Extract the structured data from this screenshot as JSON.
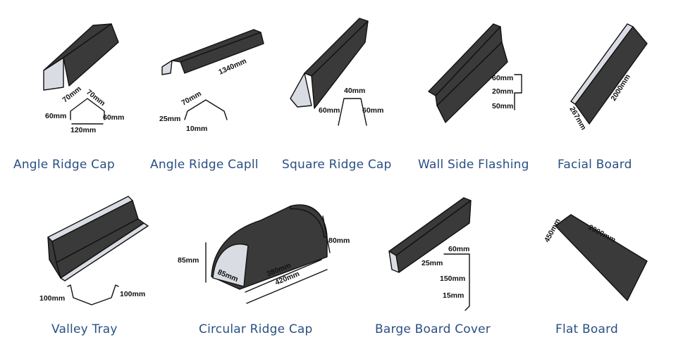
{
  "products": [
    {
      "caption": "Angle Ridge Cap",
      "dims": [
        "70mm",
        "70mm",
        "60mm",
        "60mm",
        "120mm"
      ]
    },
    {
      "caption": "Angle Ridge Capll",
      "dims": [
        "1340mm",
        "70mm",
        "25mm",
        "10mm"
      ]
    },
    {
      "caption": "Square Ridge Cap",
      "dims": [
        "40mm",
        "60mm",
        "60mm"
      ]
    },
    {
      "caption": "Wall Side Flashing",
      "dims": [
        "60mm",
        "20mm",
        "50mm"
      ]
    },
    {
      "caption": "Facial Board",
      "dims": [
        "2000mm",
        "267mm"
      ]
    },
    {
      "caption": "Valley Tray",
      "dims": [
        "100mm",
        "100mm"
      ]
    },
    {
      "caption": "Circular Ridge Cap",
      "dims": [
        "85mm",
        "85mm",
        "380mm",
        "420mm",
        "80mm"
      ]
    },
    {
      "caption": "Barge Board Cover",
      "dims": [
        "60mm",
        "25mm",
        "150mm",
        "15mm"
      ]
    },
    {
      "caption": "Flat Board",
      "dims": [
        "450mm",
        "2000mm"
      ]
    }
  ]
}
